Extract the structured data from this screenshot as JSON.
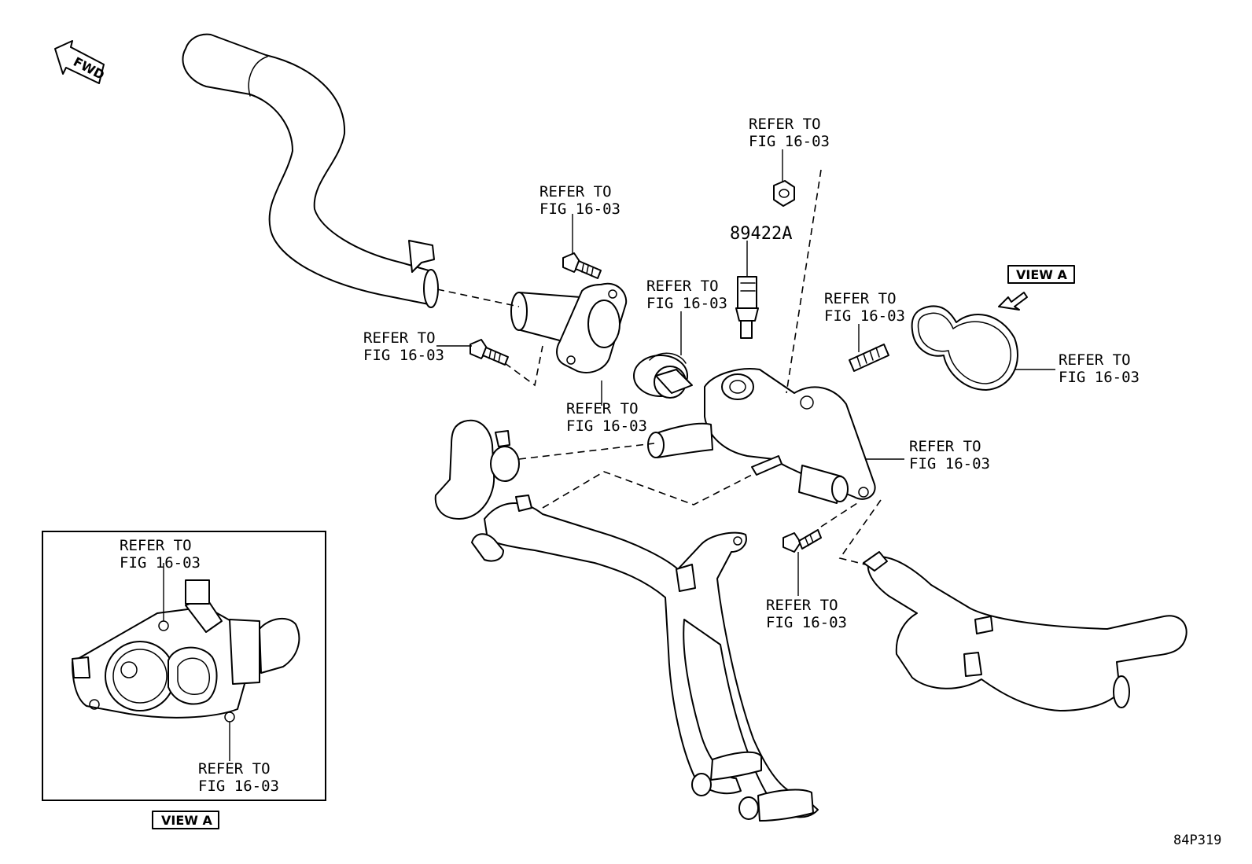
{
  "fwd_label": "FWD",
  "view_a_label": "VIEW A",
  "part_number": "89422A",
  "diagram_code": "84P319",
  "refer": {
    "line1": "REFER TO",
    "line2": "FIG 16-03"
  }
}
